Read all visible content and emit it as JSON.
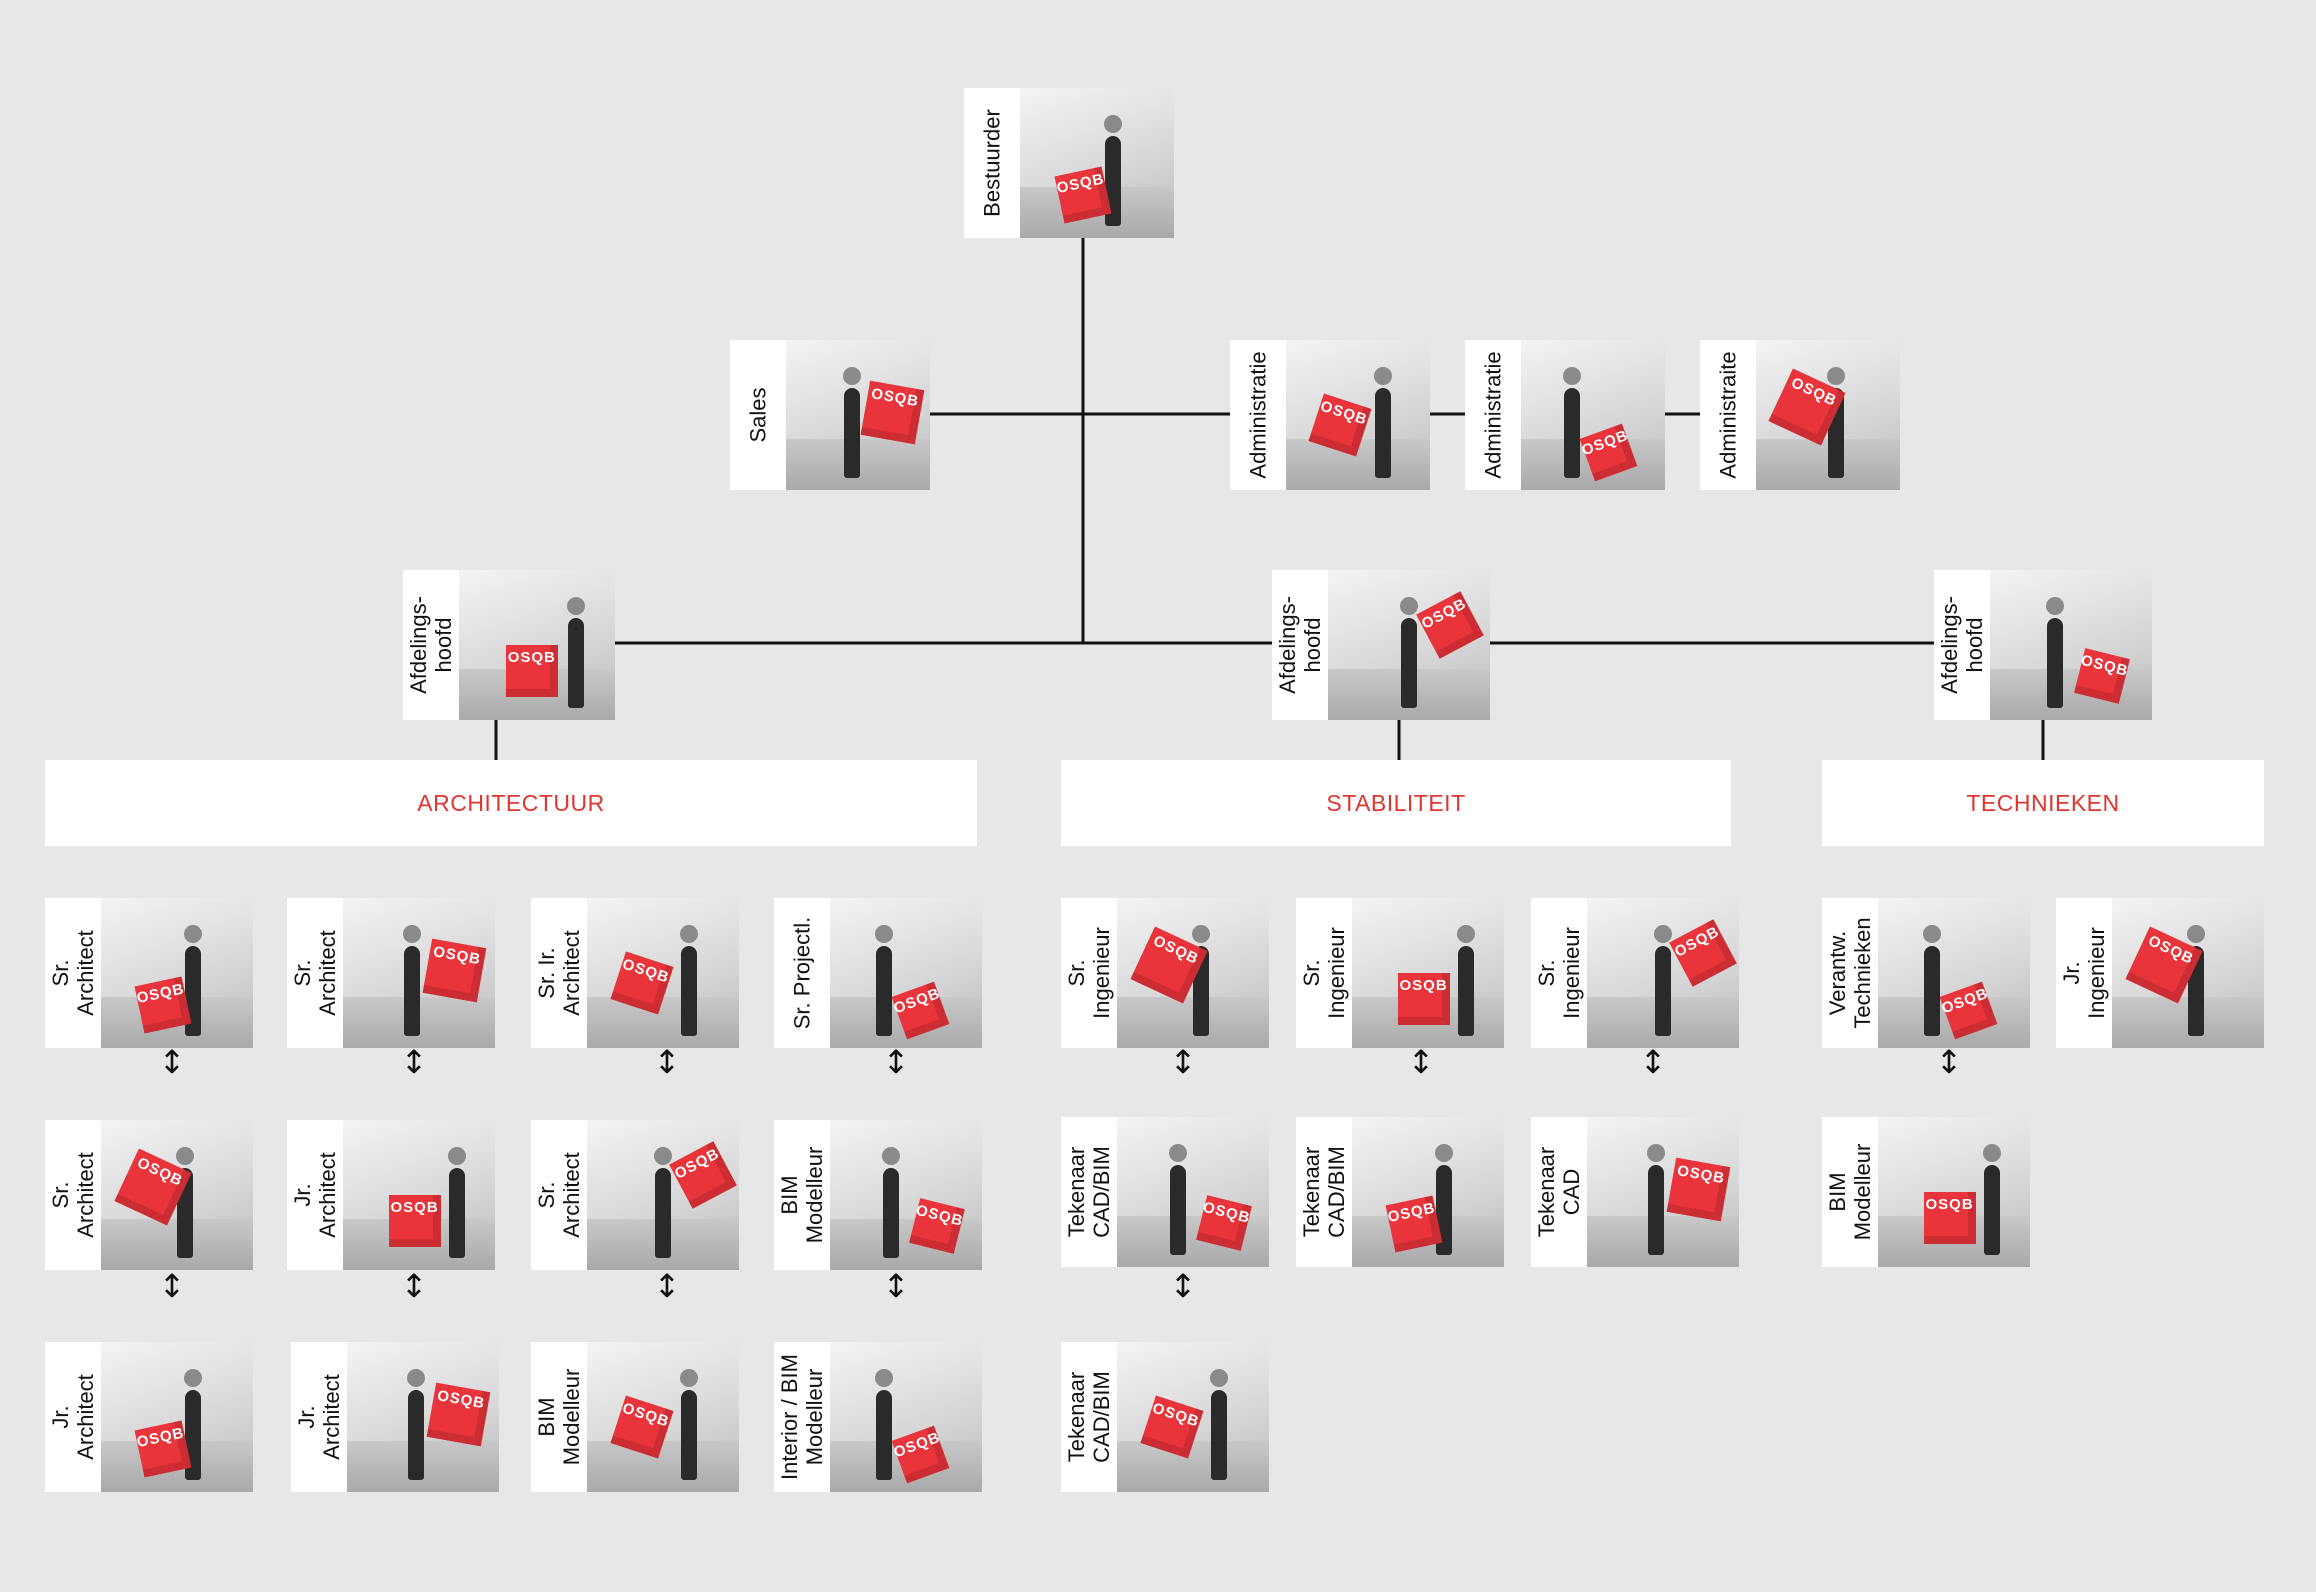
{
  "accent_color": "#e1352f",
  "cube_color": "#e8343a",
  "cube_text": "OSQB",
  "arrow_icon": "↕",
  "people": [
    {
      "id": "bestuurder",
      "label": "Bestuurder"
    },
    {
      "id": "sales",
      "label": "Sales"
    },
    {
      "id": "admin-1",
      "label": "Administratie"
    },
    {
      "id": "admin-2",
      "label": "Administratie"
    },
    {
      "id": "admin-3",
      "label": "Administraite"
    },
    {
      "id": "head-architectuur",
      "label": "Afdelings-\nhoofd"
    },
    {
      "id": "head-stabiliteit",
      "label": "Afdelings-\nhoofd"
    },
    {
      "id": "head-technieken",
      "label": "Afdelings-\nhoofd"
    },
    {
      "id": "a1",
      "label": "Sr.\nArchitect"
    },
    {
      "id": "a2",
      "label": "Sr.\nArchitect"
    },
    {
      "id": "a3",
      "label": "Sr. Ir.\nArchitect"
    },
    {
      "id": "a4",
      "label": "Sr. Projectl."
    },
    {
      "id": "a5",
      "label": "Sr.\nArchitect"
    },
    {
      "id": "a6",
      "label": "Jr.\nArchitect"
    },
    {
      "id": "a7",
      "label": "Sr.\nArchitect"
    },
    {
      "id": "a8",
      "label": "BIM\nModelleur"
    },
    {
      "id": "a9",
      "label": "Jr.\nArchitect"
    },
    {
      "id": "a10",
      "label": "Jr.\nArchitect"
    },
    {
      "id": "a11",
      "label": "BIM\nModelleur"
    },
    {
      "id": "a12",
      "label": "Interior / BIM\nModelleur"
    },
    {
      "id": "s1",
      "label": "Sr.\nIngenieur"
    },
    {
      "id": "s2",
      "label": "Sr.\nIngenieur"
    },
    {
      "id": "s3",
      "label": "Sr.\nIngenieur"
    },
    {
      "id": "s4",
      "label": "Tekenaar\nCAD/BIM"
    },
    {
      "id": "s5",
      "label": "Tekenaar\nCAD/BIM"
    },
    {
      "id": "s6",
      "label": "Tekenaar\nCAD"
    },
    {
      "id": "s7",
      "label": "Tekenaar\nCAD/BIM"
    },
    {
      "id": "t1",
      "label": "Verantw.\nTechnieken"
    },
    {
      "id": "t2",
      "label": "Jr.\nIngenieur"
    },
    {
      "id": "t3",
      "label": "BIM\nModelleur"
    }
  ],
  "departments": [
    {
      "id": "architectuur",
      "label": "ARCHITECTUUR"
    },
    {
      "id": "stabiliteit",
      "label": "STABILITEIT"
    },
    {
      "id": "technieken",
      "label": "TECHNIEKEN"
    }
  ]
}
